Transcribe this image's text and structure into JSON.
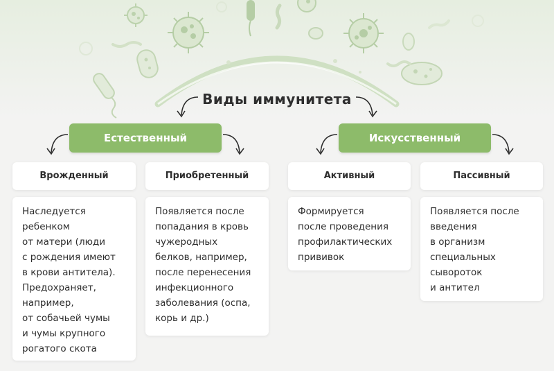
{
  "title": "Виды иммунитета",
  "colors": {
    "accent": "#8dbb6a",
    "background": "#f3f3f2",
    "card": "#ffffff",
    "text": "#2e2e2e"
  },
  "branches": {
    "natural": {
      "label": "Естественный",
      "types": [
        {
          "title": "Врожденный",
          "lines": [
            "Наследуется",
            "ребенком",
            "от матери (люди",
            "с рождения имеют",
            "в крови антитела).",
            "Предохраняет,",
            "например,",
            "от собачьей чумы",
            "и чумы крупного",
            "рогатого скота"
          ]
        },
        {
          "title": "Приобретенный",
          "lines": [
            "Появляется после",
            "попадания в кровь",
            "чужеродных",
            "белков, например,",
            "после перенесения",
            "инфекционного",
            "заболевания (оспа,",
            "корь и др.)"
          ]
        }
      ]
    },
    "artificial": {
      "label": "Искусственный",
      "types": [
        {
          "title": "Активный",
          "lines": [
            "Формируется",
            "после проведения",
            "профилактических",
            "прививок"
          ]
        },
        {
          "title": "Пассивный",
          "lines": [
            "Появляется после",
            "введения",
            "в организм",
            "специальных",
            "сывороток",
            "и антител"
          ]
        }
      ]
    }
  }
}
